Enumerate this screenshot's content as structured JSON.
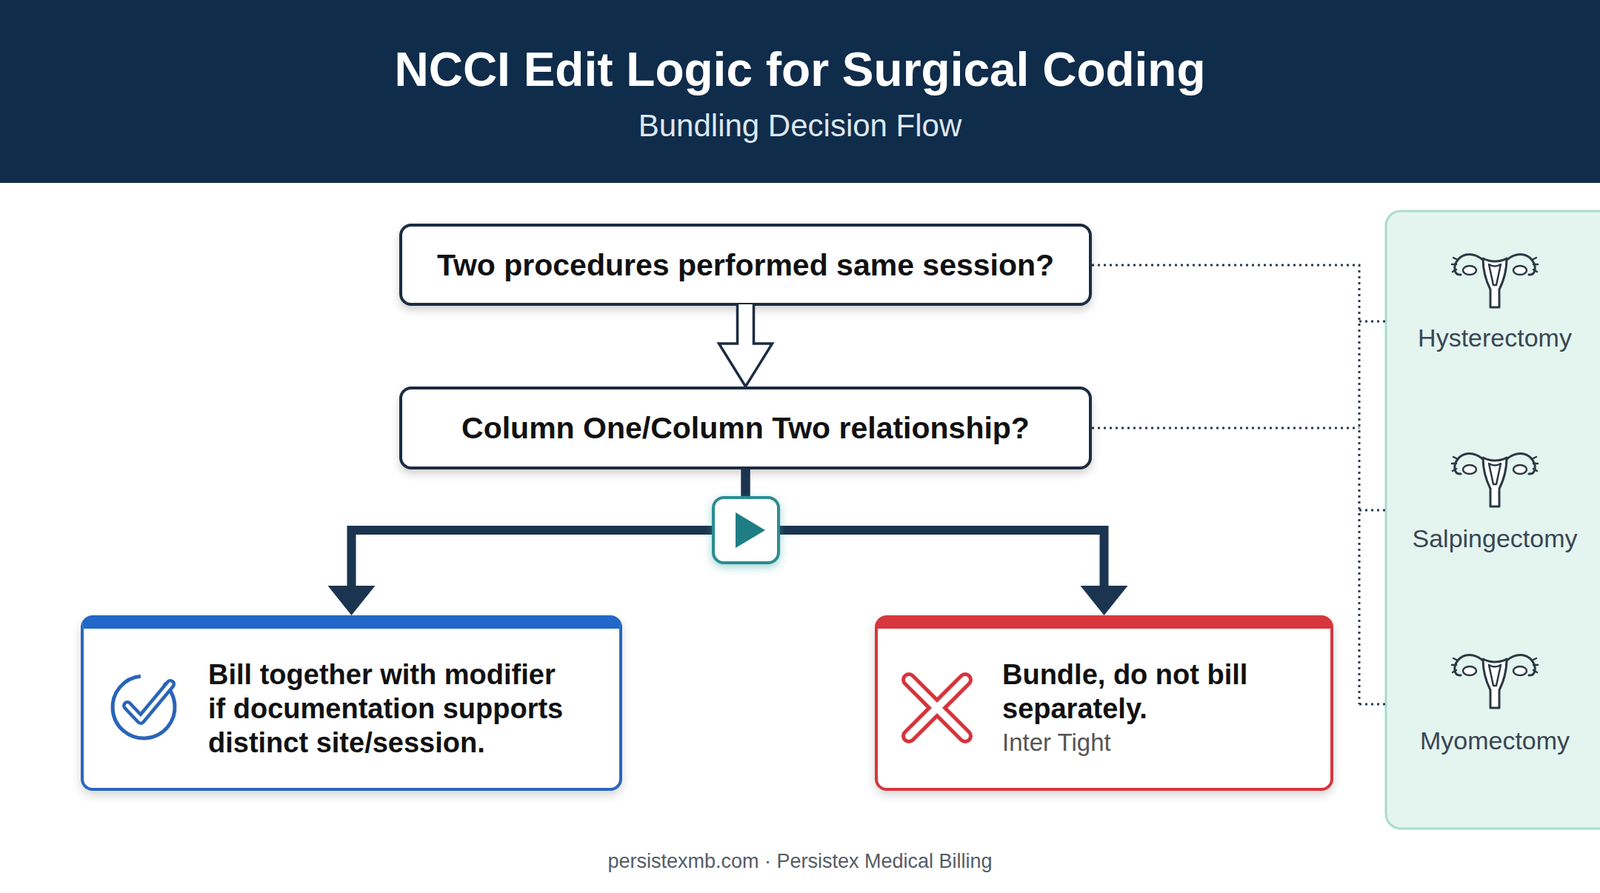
{
  "diagram": {
    "title": "NCCI Edit Logic for Surgical Coding",
    "caption": "persistexmb.com · Persistex Medical Billing",
    "nodes": [
      {
        "text": [
          "Two procedures performed same session?"
        ]
      },
      {
        "text": [
          "Column One/Column Two relationship?"
        ]
      },
      {
        "text": [
          "Bill together with modifier if documentation supports distinct site/session."
        ]
      },
      {
        "text": [
          "Bundle, do not bill separately.",
          "Inter Tight"
        ]
      }
    ],
    "edges": [
      {
        "from": 0,
        "to": 1,
        "arrow": "to"
      },
      {
        "from": 1,
        "to": 2,
        "arrow": "to"
      },
      {
        "from": 1,
        "to": 3,
        "arrow": "to"
      }
    ],
    "labels": [
      "Bundling Decision Flow",
      "Hysterectomy",
      "Salpingectomy",
      "Myomectomy"
    ]
  }
}
